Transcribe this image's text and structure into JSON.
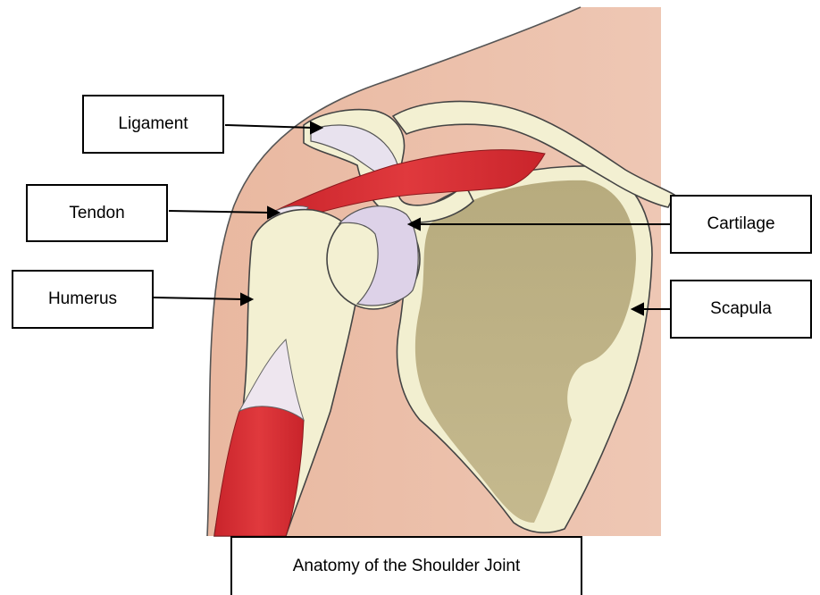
{
  "labels": {
    "ligament": "Ligament",
    "tendon": "Tendon",
    "humerus": "Humerus",
    "cartilage": "Cartilage",
    "scapula": "Scapula"
  },
  "caption": "Anatomy of the Shoulder Joint",
  "colors": {
    "skin": "#ebbfa9",
    "bone": "#f3f0d2",
    "scapula_fossa": "#bdb083",
    "muscle": "#d92f35",
    "cartilage": "#ddd2e8",
    "outline": "#444444"
  }
}
